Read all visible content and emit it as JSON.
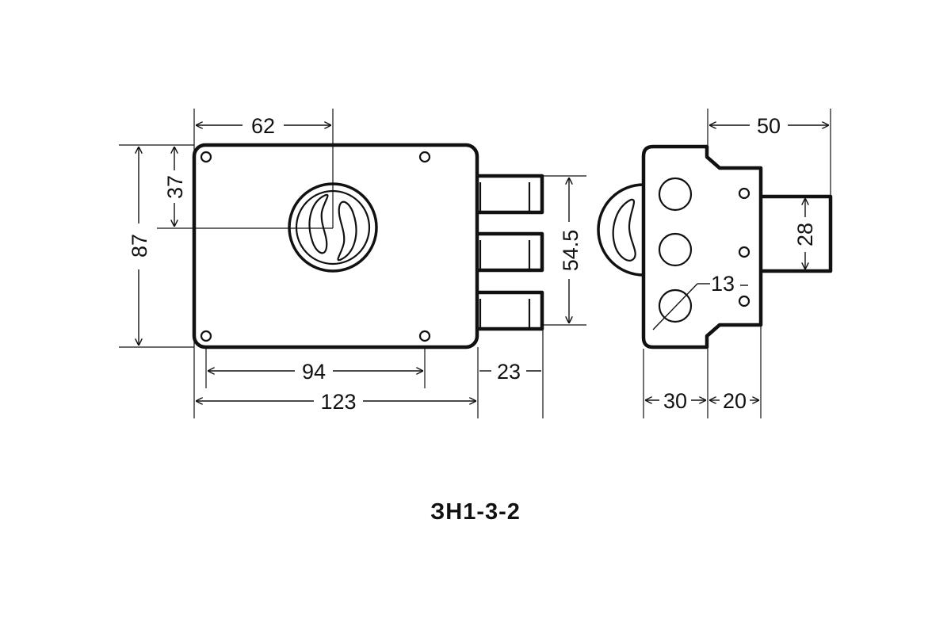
{
  "caption": "ЗН1-3-2",
  "dimensions": {
    "front_width_total": "123",
    "front_hole_spacing_horizontal": "94",
    "bolt_projection": "23",
    "cylinder_offset": "62",
    "front_height_total": "87",
    "cylinder_height": "37",
    "bolt_span": "54.5",
    "side_depth_total": "50",
    "side_body_depth": "30",
    "side_flange_depth": "20",
    "side_bolt_height": "28",
    "hole_diameter": "13"
  },
  "colors": {
    "line": "#111111",
    "background": "#ffffff"
  }
}
